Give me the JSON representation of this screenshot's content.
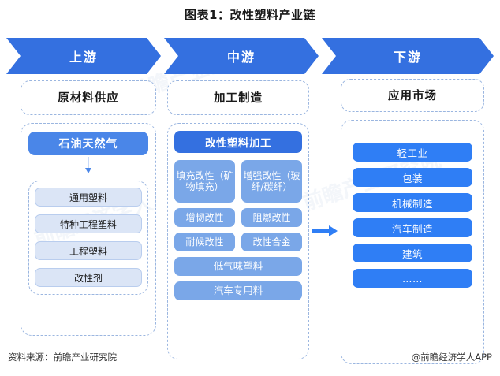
{
  "title": "图表1：改性塑料产业链",
  "stages": [
    {
      "label": "上游"
    },
    {
      "label": "中游"
    },
    {
      "label": "下游"
    }
  ],
  "upstream": {
    "head": "原材料供应",
    "primary": "石油天然气",
    "items": [
      {
        "label": "通用塑料"
      },
      {
        "label": "特种工程塑料"
      },
      {
        "label": "工程塑料"
      },
      {
        "label": "改性剂"
      }
    ]
  },
  "midstream": {
    "head": "加工制造",
    "primary": "改性塑料加工",
    "pairs": [
      {
        "label": "填充改性（矿物填充）"
      },
      {
        "label": "增强改性（玻纤/碳纤）"
      },
      {
        "label": "增韧改性"
      },
      {
        "label": "阻燃改性"
      },
      {
        "label": "耐候改性"
      },
      {
        "label": "改性合金"
      }
    ],
    "wide": [
      {
        "label": "低气味塑料"
      },
      {
        "label": "汽车专用料"
      }
    ]
  },
  "downstream": {
    "head": "应用市场",
    "items": [
      {
        "label": "轻工业"
      },
      {
        "label": "包装"
      },
      {
        "label": "机械制造"
      },
      {
        "label": "汽车制造"
      },
      {
        "label": "建筑"
      },
      {
        "label": "……"
      }
    ]
  },
  "footer": {
    "source": "资料来源：前瞻产业研究院",
    "brand": "@前瞻经济学人APP"
  },
  "watermarks": [
    {
      "text": "前瞻产业研究院"
    },
    {
      "text": "前瞻产业研究院"
    },
    {
      "text": "前瞻经济学人"
    }
  ],
  "colors": {
    "chevron": "#3470e0",
    "upstream_primary": "#4a86e8",
    "upstream_item": "#dbe5f6",
    "midstream_primary": "#3470e0",
    "midstream_item": "#7aa7e8",
    "downstream_item": "#2f7ef5",
    "dashed_border": "#9bb6e0"
  }
}
